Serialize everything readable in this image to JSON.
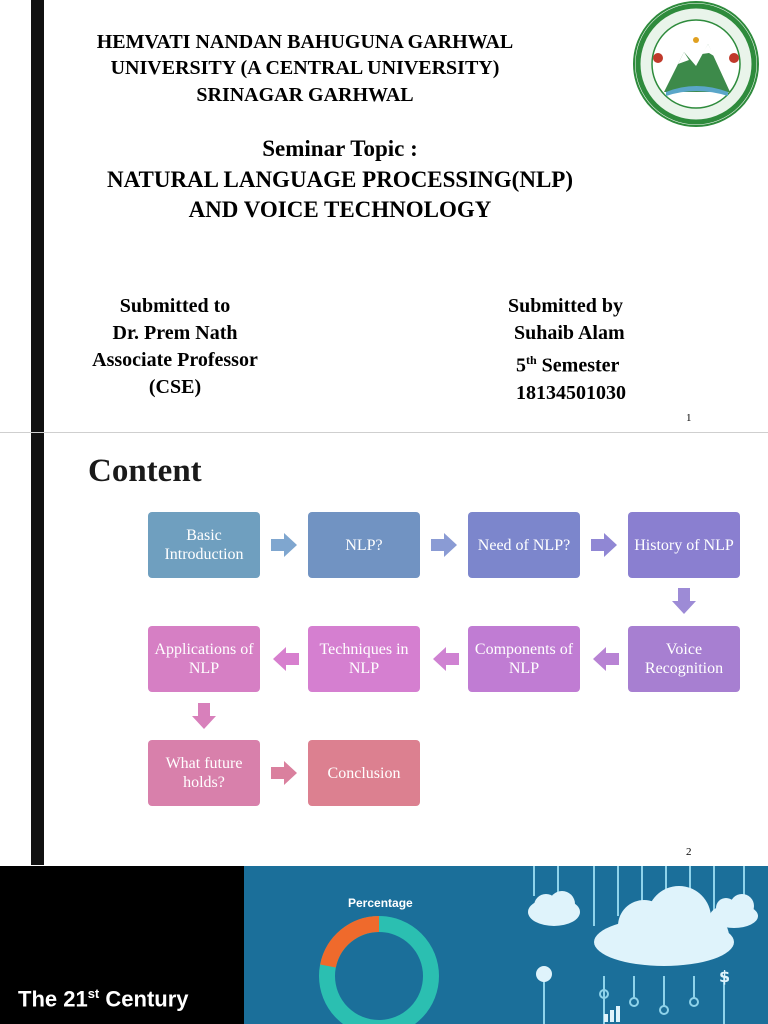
{
  "slide1": {
    "university": [
      "HEMVATI NANDAN BAHUGUNA GARHWAL",
      "UNIVERSITY (A CENTRAL UNIVERSITY)",
      "SRINAGAR GARHWAL"
    ],
    "logo_name": "HNB Garhwal University seal",
    "seminar_label": "Seminar Topic :",
    "topic_lines": [
      "NATURAL LANGUAGE PROCESSING(NLP)",
      "AND VOICE TECHNOLOGY"
    ],
    "submitted_to": {
      "heading": "Submitted to",
      "name": "Dr. Prem Nath",
      "designation": "Associate Professor",
      "department": "(CSE)"
    },
    "submitted_by": {
      "heading": "Submitted by",
      "name": "Suhaib Alam",
      "semester_num": "5",
      "semester_sup": "th",
      "semester_word": " Semester",
      "roll": "18134501030"
    },
    "page_number": "1"
  },
  "slide2": {
    "title": "Content",
    "boxes": [
      {
        "label": "Basic Introduction",
        "color": "#6f9fbf"
      },
      {
        "label": "NLP?",
        "color": "#7193c2"
      },
      {
        "label": "Need of NLP?",
        "color": "#7c86cc"
      },
      {
        "label": "History of NLP",
        "color": "#8a7fd0"
      },
      {
        "label": "Voice Recognition",
        "color": "#a77fd1"
      },
      {
        "label": "Components of NLP",
        "color": "#c07cd3"
      },
      {
        "label": "Techniques in NLP",
        "color": "#d57fd0"
      },
      {
        "label": "Applications of NLP",
        "color": "#d67fc4"
      },
      {
        "label": "What future holds?",
        "color": "#d880ab"
      },
      {
        "label": "Conclusion",
        "color": "#dc8090"
      }
    ],
    "page_number": "2"
  },
  "slide3": {
    "title_main": "The 21",
    "title_sup": "st",
    "title_rest": " Century",
    "chart_label": "Percentage"
  },
  "colors": {
    "arrow_blue": "#7fa6cf",
    "arrow_violet": "#9d8bd6",
    "arrow_pink": "#d77fce",
    "donut_teal": "#2bbfb1",
    "donut_orange": "#ef6a2c"
  }
}
